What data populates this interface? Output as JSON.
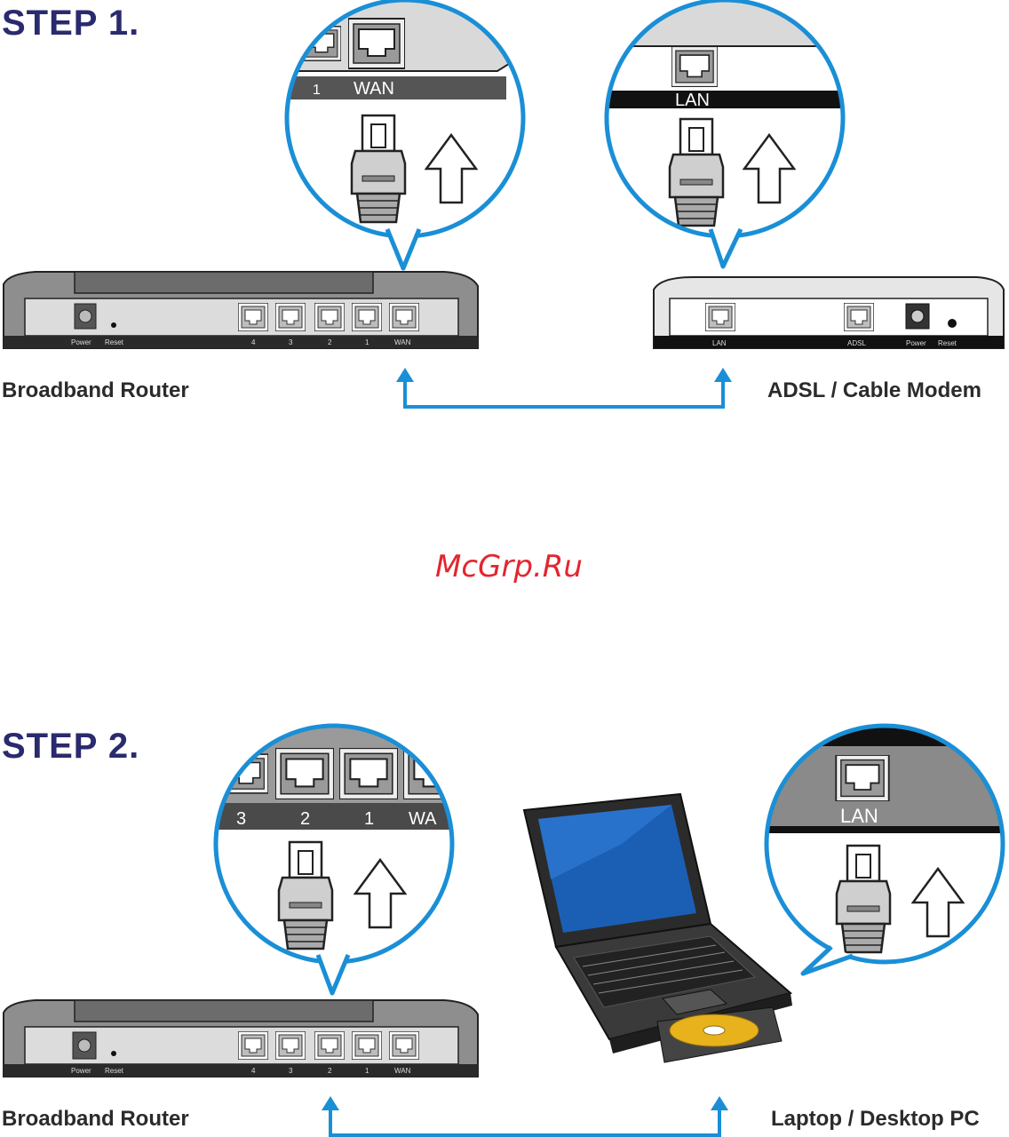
{
  "step1": {
    "title": "STEP 1.",
    "device_left": "Broadband Router",
    "device_right": "ADSL / Cable Modem",
    "zoom_left": {
      "port_labels": [
        "1",
        "WAN"
      ]
    },
    "zoom_right": {
      "port_label": "LAN"
    },
    "router": {
      "power": "Power",
      "reset": "Reset",
      "ports": [
        "4",
        "3",
        "2",
        "1",
        "WAN"
      ]
    },
    "modem": {
      "lan": "LAN",
      "adsl": "ADSL",
      "power": "Power",
      "reset": "Reset"
    }
  },
  "watermark": "McGrp.Ru",
  "step2": {
    "title": "STEP 2.",
    "device_left": "Broadband Router",
    "device_right": "Laptop / Desktop PC",
    "zoom_left": {
      "port_labels": [
        "3",
        "2",
        "1",
        "WA"
      ]
    },
    "zoom_right": {
      "port_label": "LAN"
    },
    "router": {
      "power": "Power",
      "reset": "Reset",
      "ports": [
        "4",
        "3",
        "2",
        "1",
        "WAN"
      ]
    }
  },
  "colors": {
    "heading": "#2a2a6e",
    "connector": "#1a8fd6",
    "bubble_border": "#1a8fd6",
    "watermark": "#e3262e"
  }
}
